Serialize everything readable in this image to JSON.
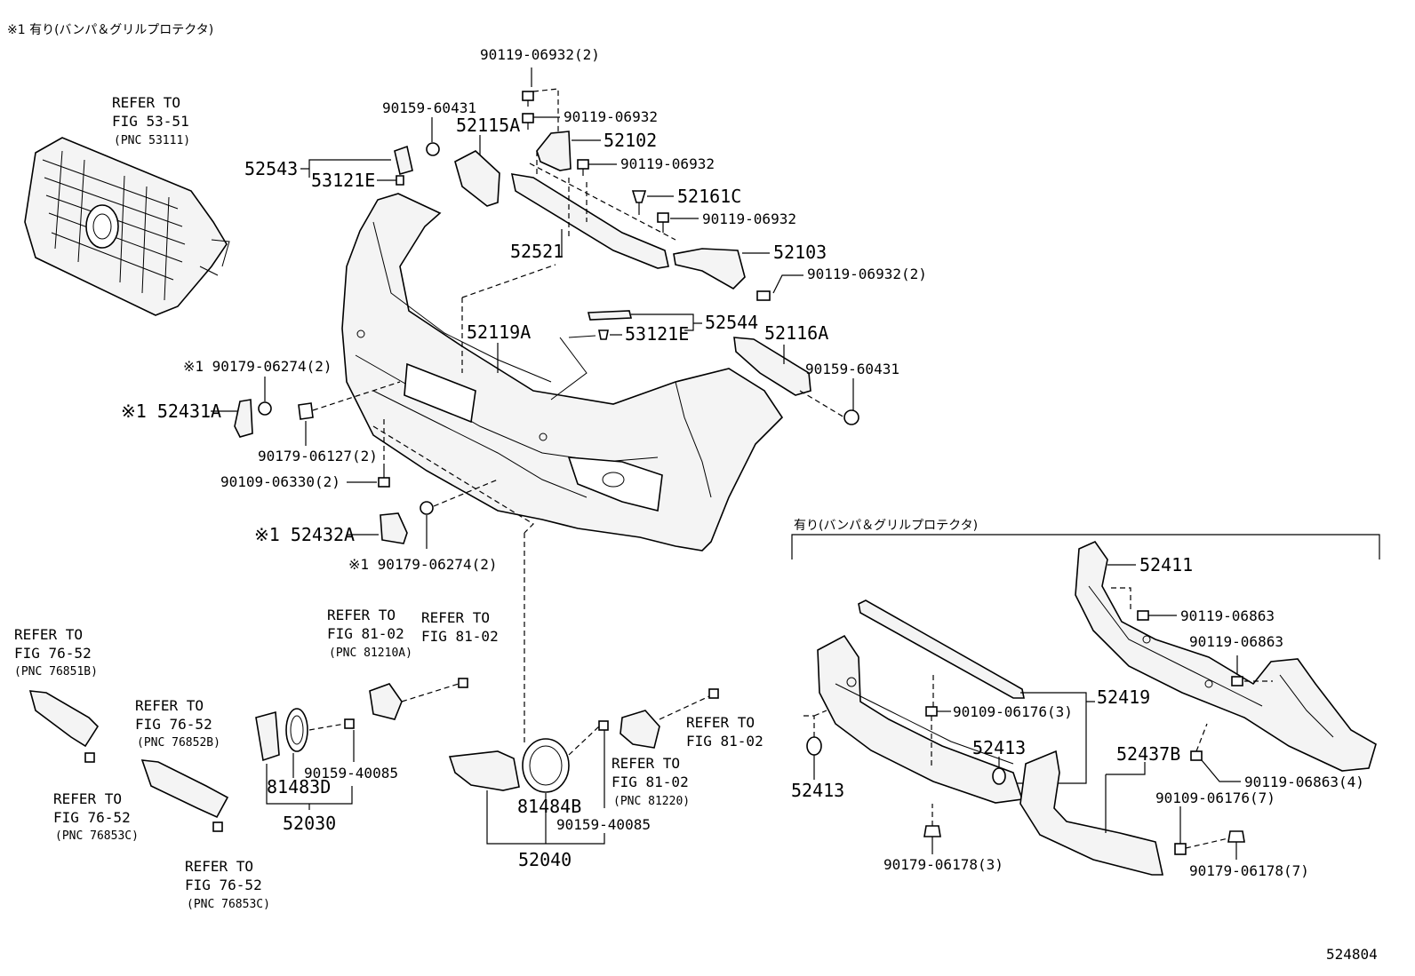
{
  "header_note": "※1 有り(バンパ＆グリルプロテクタ)",
  "protector_note": "有り(バンパ＆グリルプロテクタ)",
  "figure_number": "524804",
  "refs": {
    "grille": [
      "REFER TO",
      "FIG 53-51",
      "(PNC 53111)"
    ],
    "l76851": [
      "REFER TO",
      "FIG 76-52",
      "(PNC 76851B)"
    ],
    "l76852": [
      "REFER TO",
      "FIG 76-52",
      "(PNC 76852B)"
    ],
    "l76853a": [
      "REFER TO",
      "FIG 76-52",
      "(PNC 76853C)"
    ],
    "l76853b": [
      "REFER TO",
      "FIG 76-52",
      "(PNC 76853C)"
    ],
    "fog81210": [
      "REFER TO",
      "FIG 81-02",
      "(PNC 81210A)"
    ],
    "fog8102a": [
      "REFER TO",
      "FIG 81-02"
    ],
    "fog81220": [
      "REFER TO",
      "FIG 81-02",
      "(PNC 81220)"
    ],
    "fog8102b": [
      "REFER TO",
      "FIG 81-02"
    ]
  },
  "labels": {
    "p90119_06932_2_top": "90119-06932(2)",
    "p90159_60431_a": "90159-60431",
    "p90119_06932_a": "90119-06932",
    "p52115A": "52115A",
    "p52102": "52102",
    "p90119_06932_b": "90119-06932",
    "p52543": "52543",
    "p53121E_a": "53121E",
    "p52161C": "52161C",
    "p90119_06932_c": "90119-06932",
    "p52103": "52103",
    "p52521": "52521",
    "p90119_06932_2_b": "90119-06932(2)",
    "p52544": "52544",
    "p52119A": "52119A",
    "p53121E_b": "53121E",
    "p52116A": "52116A",
    "p90159_60431_b": "90159-60431",
    "p90179_06274_2_a": "※1 90179-06274(2)",
    "p52431A": "※1 52431A",
    "p90179_06127_2": "90179-06127(2)",
    "p90109_06330_2": "90109-06330(2)",
    "p52432A": "※1 52432A",
    "p90179_06274_2_b": "※1 90179-06274(2)",
    "p90159_40085_a": "90159-40085",
    "p81483D": "81483D",
    "p52030": "52030",
    "p81484B": "81484B",
    "p90159_40085_b": "90159-40085",
    "p52040": "52040",
    "p52411": "52411",
    "p90119_06863_a": "90119-06863",
    "p90119_06863_b": "90119-06863",
    "p52419": "52419",
    "p90109_06176_3": "90109-06176(3)",
    "p52413_a": "52413",
    "p52413_b": "52413",
    "p52437B": "52437B",
    "p90119_06863_4": "90119-06863(4)",
    "p90109_06176_7": "90109-06176(7)",
    "p90179_06178_3": "90179-06178(3)",
    "p90179_06178_7": "90179-06178(7)"
  }
}
